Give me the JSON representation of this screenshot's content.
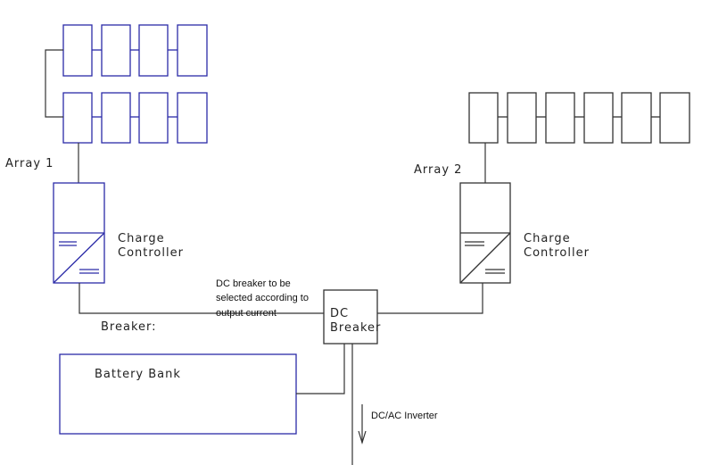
{
  "diagram": {
    "array1": {
      "label": "Array 1",
      "rows": 2,
      "panels_per_row": 4,
      "color": "#2b2ba8"
    },
    "array2": {
      "label": "Array 2",
      "rows": 1,
      "panels_per_row": 6,
      "color": "#333333"
    },
    "charge_controller_1": {
      "label_line1": "Charge",
      "label_line2": "Controller"
    },
    "charge_controller_2": {
      "label_line1": "Charge",
      "label_line2": "Controller"
    },
    "breaker_label": "Breaker:",
    "breaker_note": [
      "DC breaker to be",
      "selected according to",
      "output current"
    ],
    "dc_breaker": {
      "label_line1": "DC",
      "label_line2": "Breaker"
    },
    "battery_bank": {
      "label": "Battery Bank"
    },
    "inverter": {
      "label": "DC/AC Inverter"
    }
  }
}
